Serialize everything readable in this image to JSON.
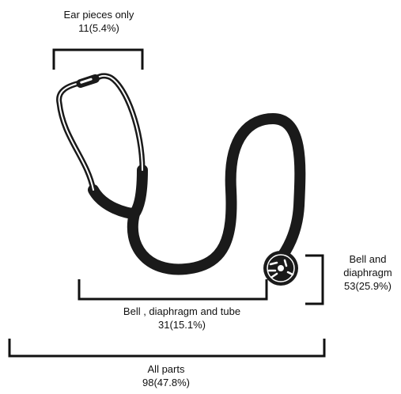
{
  "labels": {
    "ear_pieces": {
      "name": "Ear pieces only",
      "value": "11(5.4%)"
    },
    "bell_diaphragm": {
      "name_line1": "Bell and",
      "name_line2": "diaphragm",
      "value": "53(25.9%)"
    },
    "bell_diaphragm_tube": {
      "name": "Bell , diaphragm and tube",
      "value": "31(15.1%)"
    },
    "all_parts": {
      "name": "All parts",
      "value": "98(47.8%)"
    }
  },
  "colors": {
    "ink": "#111111",
    "tube": "#1a1a1a",
    "metal": "#ffffff"
  }
}
